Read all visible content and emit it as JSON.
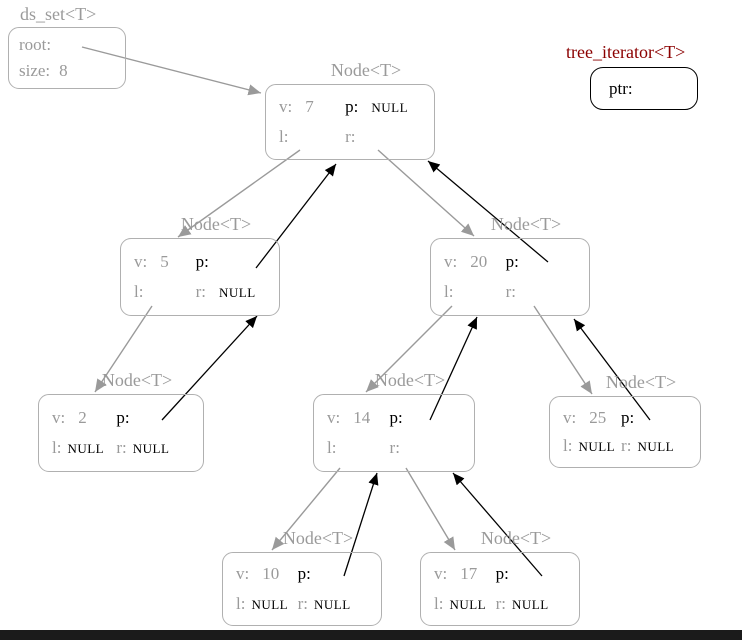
{
  "colors": {
    "gray_text": "#9a9a9a",
    "black_text": "#000000",
    "node_border": "#b0b0b0",
    "iterator_border": "#000000",
    "iterator_title": "#8b0000",
    "edge_gray": "#9a9a9a",
    "edge_black": "#000000",
    "bottom_bar": "#1b1b1b"
  },
  "ds_set": {
    "title": "ds_set<T>",
    "root_label": "root:",
    "root_value": "",
    "size_label": "size:",
    "size_value": "8"
  },
  "tree_iterator": {
    "title": "tree_iterator<T>",
    "ptr_label": "ptr:",
    "ptr_value": ""
  },
  "node_title": "Node<T>",
  "field_labels": {
    "v": "v:",
    "p": "p:",
    "l": "l:",
    "r": "r:"
  },
  "nodes": [
    {
      "id": "7",
      "v": "7",
      "p": "NULL",
      "l": "",
      "r": ""
    },
    {
      "id": "5",
      "v": "5",
      "p": "",
      "l": "",
      "r": "NULL"
    },
    {
      "id": "20",
      "v": "20",
      "p": "",
      "l": "",
      "r": ""
    },
    {
      "id": "2",
      "v": "2",
      "p": "",
      "l": "NULL",
      "r": "NULL"
    },
    {
      "id": "14",
      "v": "14",
      "p": "",
      "l": "",
      "r": ""
    },
    {
      "id": "25",
      "v": "25",
      "p": "",
      "l": "NULL",
      "r": "NULL"
    },
    {
      "id": "10",
      "v": "10",
      "p": "",
      "l": "NULL",
      "r": "NULL"
    },
    {
      "id": "17",
      "v": "17",
      "p": "",
      "l": "NULL",
      "r": "NULL"
    }
  ],
  "edges": {
    "child_pointers": [
      "root→7",
      "7.l→5",
      "7.r→20",
      "5.l→2",
      "20.l→14",
      "20.r→25",
      "14.l→10",
      "14.r→17"
    ],
    "parent_pointers": [
      "5.p→7",
      "20.p→7",
      "2.p→5",
      "14.p→20",
      "25.p→20",
      "10.p→14",
      "17.p→14"
    ]
  }
}
